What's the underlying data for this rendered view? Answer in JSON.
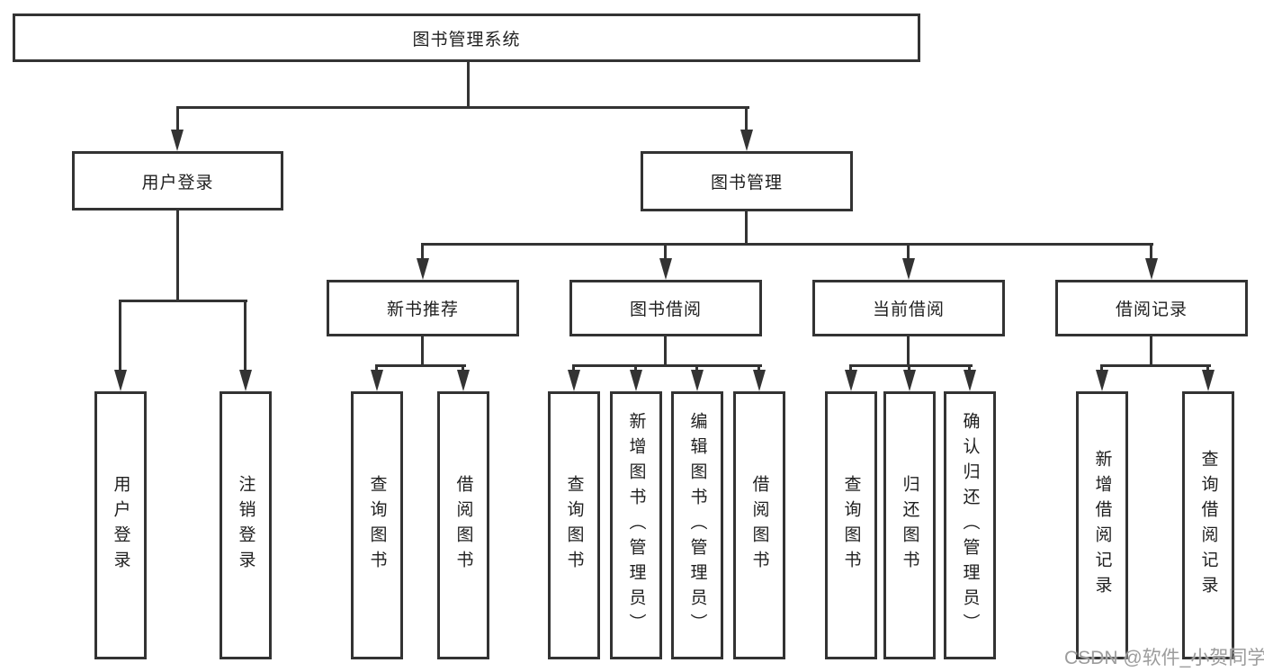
{
  "tree": {
    "root": {
      "label": "图书管理系统",
      "children": [
        {
          "label": "用户登录",
          "children": [
            {
              "label": "用户登录"
            },
            {
              "label": "注销登录"
            }
          ]
        },
        {
          "label": "图书管理",
          "children": [
            {
              "label": "新书推荐",
              "children": [
                {
                  "label": "查询图书"
                },
                {
                  "label": "借阅图书"
                }
              ]
            },
            {
              "label": "图书借阅",
              "children": [
                {
                  "label": "查询图书"
                },
                {
                  "label": "新增图书（管理员）"
                },
                {
                  "label": "编辑图书（管理员）"
                },
                {
                  "label": "借阅图书"
                }
              ]
            },
            {
              "label": "当前借阅",
              "children": [
                {
                  "label": "查询图书"
                },
                {
                  "label": "归还图书"
                },
                {
                  "label": "确认归还（管理员）"
                }
              ]
            },
            {
              "label": "借阅记录",
              "children": [
                {
                  "label": "新增借阅记录"
                },
                {
                  "label": "查询借阅记录"
                }
              ]
            }
          ]
        }
      ]
    }
  },
  "watermark": "CSDN @软件_小贺同学",
  "colors": {
    "line": "#333333",
    "text": "#1f1f1f",
    "watermark": "#9c9c9c",
    "background": "#ffffff"
  }
}
